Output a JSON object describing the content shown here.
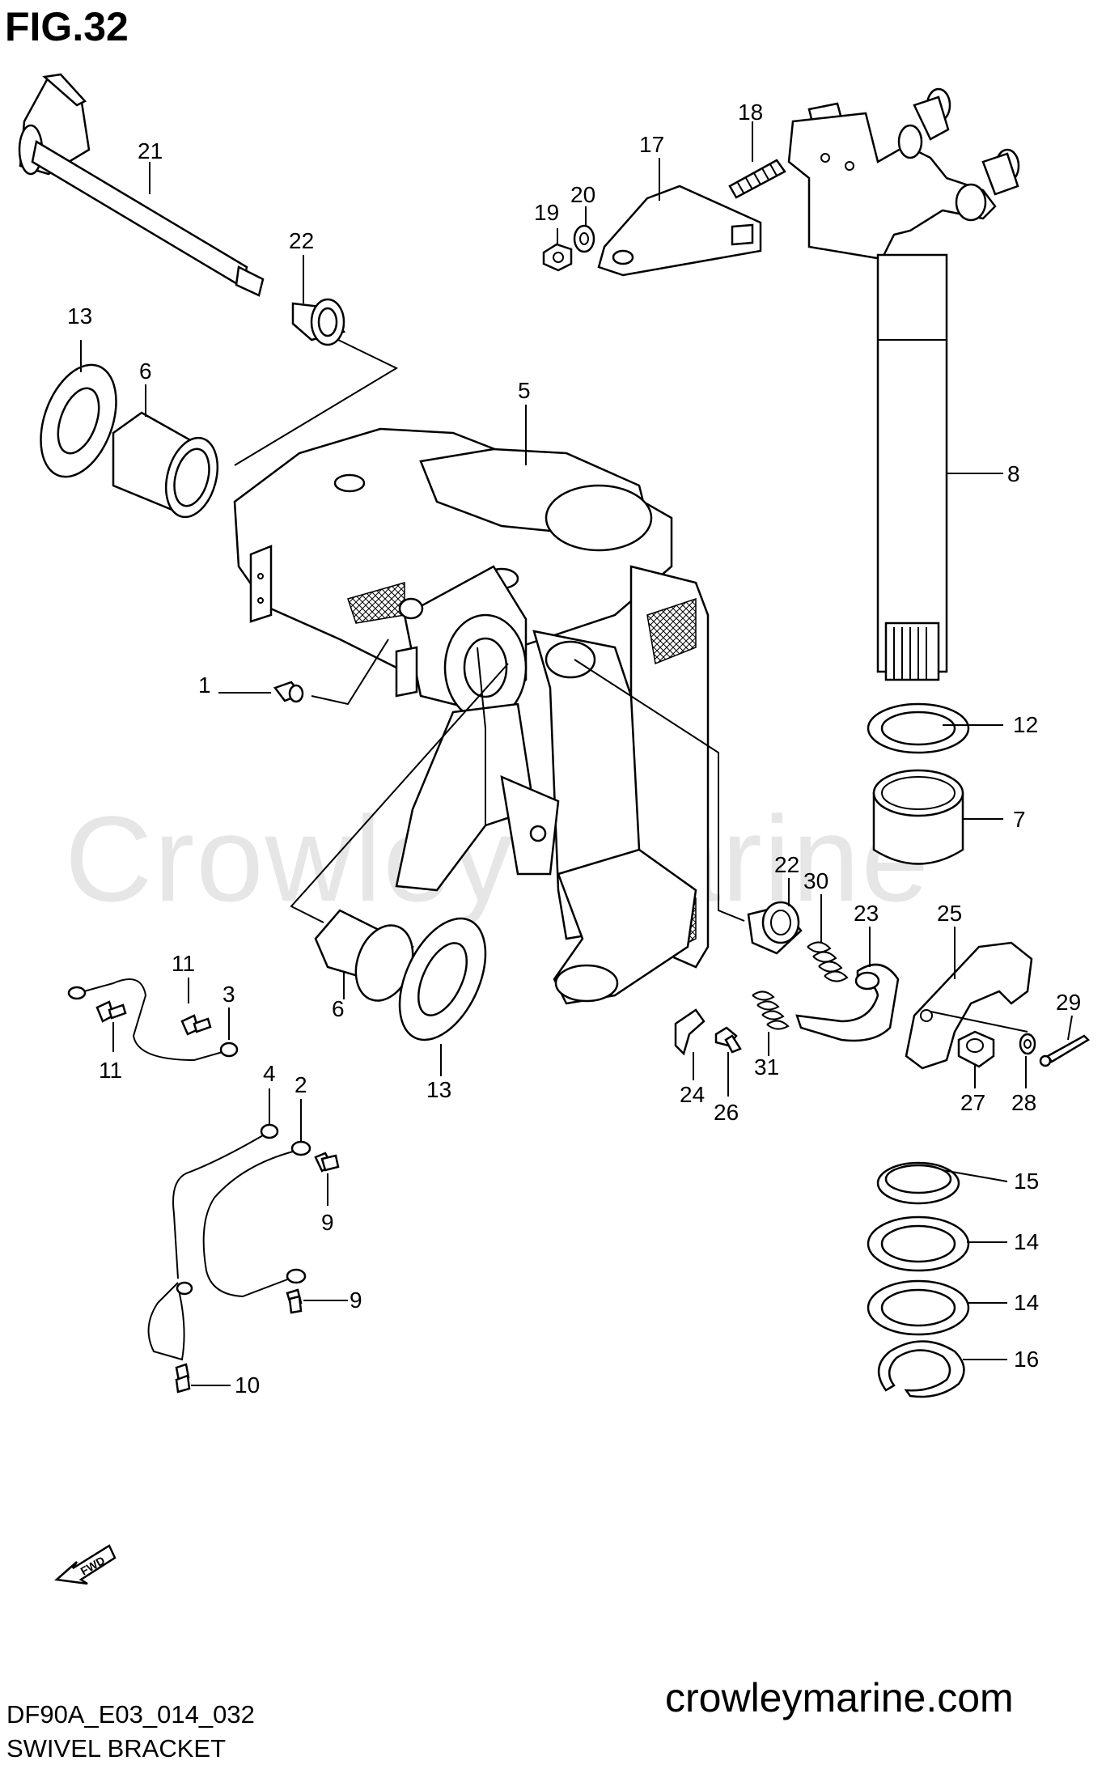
{
  "figure_title": "FIG.32",
  "diagram_code": "DF90A_E03_014_032",
  "diagram_name": "SWIVEL BRACKET",
  "website": "crowleymarine.com",
  "watermark": "Crowley Marine",
  "fwd_label": "FWD",
  "callouts": {
    "c1": "1",
    "c2": "2",
    "c3": "3",
    "c4": "4",
    "c5": "5",
    "c6a": "6",
    "c6b": "6",
    "c7": "7",
    "c8": "8",
    "c9a": "9",
    "c9b": "9",
    "c10": "10",
    "c11a": "11",
    "c11b": "11",
    "c12": "12",
    "c13a": "13",
    "c13b": "13",
    "c14a": "14",
    "c14b": "14",
    "c15": "15",
    "c16": "16",
    "c17": "17",
    "c18": "18",
    "c19": "19",
    "c20": "20",
    "c21": "21",
    "c22a": "22",
    "c22b": "22",
    "c23": "23",
    "c24": "24",
    "c25": "25",
    "c26": "26",
    "c27": "27",
    "c28": "28",
    "c29": "29",
    "c30": "30",
    "c31": "31"
  }
}
